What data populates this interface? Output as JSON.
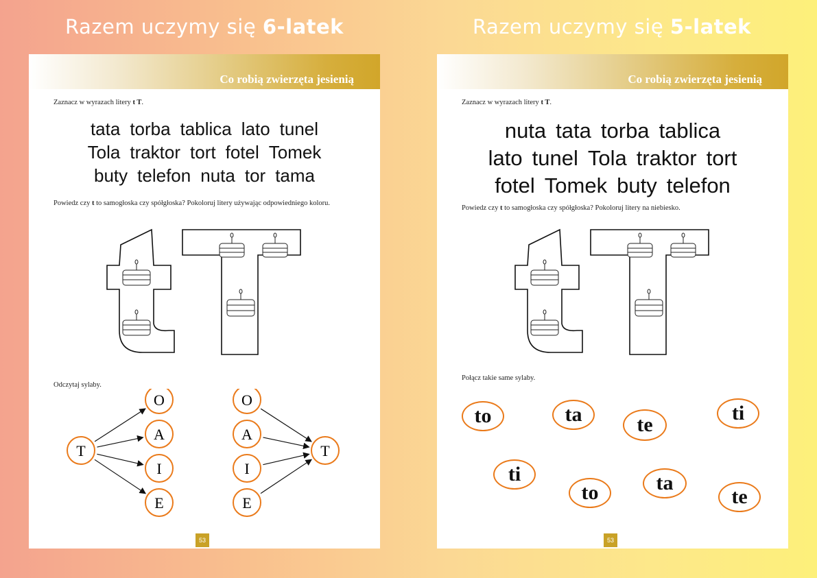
{
  "left": {
    "headline_prefix": "Razem uczymy się",
    "headline_bold": "6-latek",
    "banner_title": "Co robią zwierzęta jesienią",
    "instr1": "Zaznacz w wyrazach litery",
    "instr1_letters": "t T",
    "word_lines": [
      [
        "tata",
        "torba",
        "tablica",
        "lato",
        "tunel"
      ],
      [
        "Tola",
        "traktor",
        "tort",
        "fotel",
        "Tomek"
      ],
      [
        "buty",
        "telefon",
        "nuta",
        "tor",
        "tama"
      ]
    ],
    "instr2_a": "Powiedz czy",
    "instr2_t": "t",
    "instr2_b": "to samogłoska czy spółgłoska? Pokoloruj litery używając odpowiedniego koloru.",
    "instr3": "Odczytaj sylaby.",
    "syl_source": "T",
    "vowels": [
      "O",
      "A",
      "I",
      "E"
    ],
    "page_number": "53"
  },
  "right": {
    "headline_prefix": "Razem uczymy się",
    "headline_bold": "5-latek",
    "banner_title": "Co robią zwierzęta jesienią",
    "instr1": "Zaznacz w wyrazach litery",
    "instr1_letters": "t T",
    "word_lines": [
      [
        "nuta",
        "tata",
        "torba",
        "tablica"
      ],
      [
        "lato",
        "tunel",
        "Tola",
        "traktor",
        "tort"
      ],
      [
        "fotel",
        "Tomek",
        "buty",
        "telefon"
      ]
    ],
    "instr2_a": "Powiedz czy",
    "instr2_t": "t",
    "instr2_b": "to samogłoska czy spółgłoska? Pokoloruj litery na niebiesko.",
    "instr3": "Połącz takie same sylaby.",
    "syllables": [
      "to",
      "ta",
      "te",
      "ti",
      "ti",
      "to",
      "ta",
      "te"
    ],
    "page_number": "53"
  },
  "colors": {
    "accent_orange": "#ea7a1a",
    "banner_gold": "#d1a62a"
  }
}
